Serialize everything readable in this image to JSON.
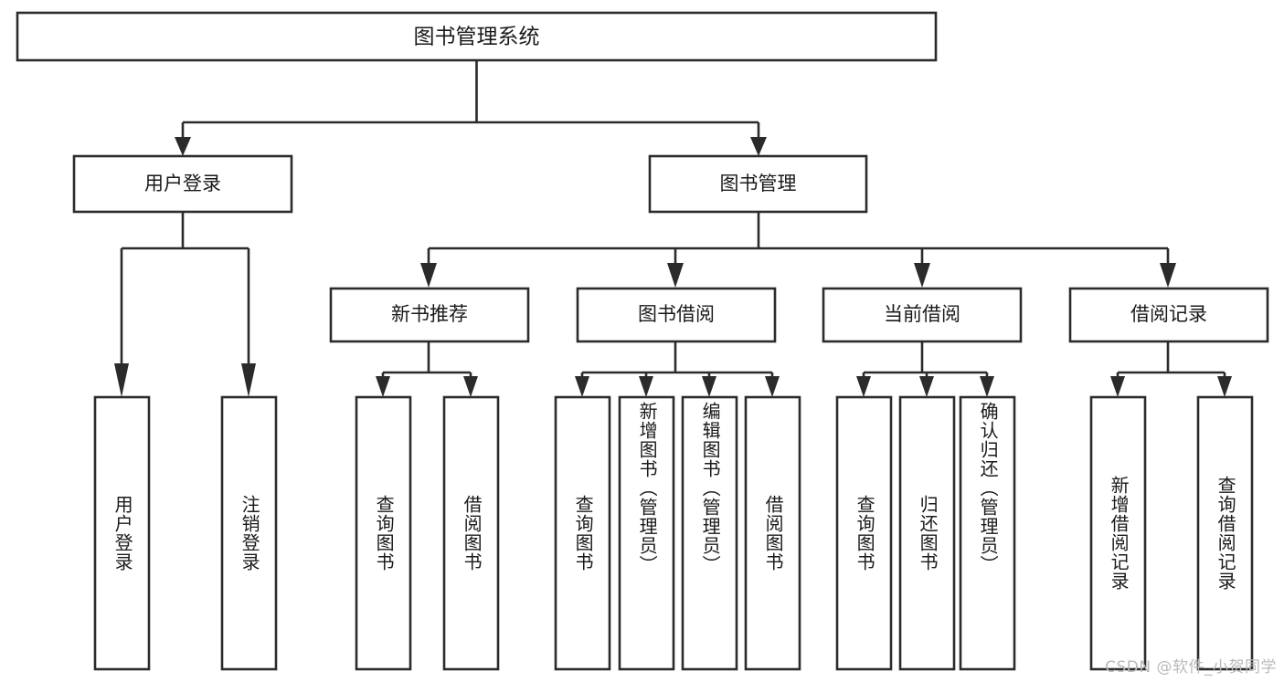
{
  "diagram": {
    "type": "tree-hierarchy",
    "title": "图书管理系统",
    "orientation": "top-down",
    "colors": {
      "stroke": "#2b2b2b",
      "fill": "#ffffff",
      "text": "#1a1a1a",
      "watermark": "#b9b9b9",
      "background": "#ffffff"
    },
    "root": {
      "id": "root",
      "label": "图书管理系统",
      "level": 1
    },
    "level2": [
      {
        "id": "user-login",
        "label": "用户登录",
        "level": 2
      },
      {
        "id": "book-manage",
        "label": "图书管理",
        "level": 2
      }
    ],
    "level3": [
      {
        "id": "new-book-recommend",
        "label": "新书推荐",
        "level": 3,
        "parent": "book-manage"
      },
      {
        "id": "book-borrow",
        "label": "图书借阅",
        "level": 3,
        "parent": "book-manage"
      },
      {
        "id": "current-borrow",
        "label": "当前借阅",
        "level": 3,
        "parent": "book-manage"
      },
      {
        "id": "borrow-record",
        "label": "借阅记录",
        "level": 3,
        "parent": "book-manage"
      }
    ],
    "leaves": [
      {
        "id": "leaf-user-login",
        "label": "用户登录",
        "parent": "user-login",
        "align": "center"
      },
      {
        "id": "leaf-logout-login",
        "label": "注销登录",
        "parent": "user-login",
        "align": "center"
      },
      {
        "id": "leaf-query-book-1",
        "label": "查询图书",
        "parent": "new-book-recommend",
        "align": "center"
      },
      {
        "id": "leaf-borrow-book-1",
        "label": "借阅图书",
        "parent": "new-book-recommend",
        "align": "center"
      },
      {
        "id": "leaf-query-book-2",
        "label": "查询图书",
        "parent": "book-borrow",
        "align": "center"
      },
      {
        "id": "leaf-add-book-admin",
        "label": "新增图书（管理员）",
        "parent": "book-borrow",
        "align": "top"
      },
      {
        "id": "leaf-edit-book-admin",
        "label": "编辑图书（管理员）",
        "parent": "book-borrow",
        "align": "top"
      },
      {
        "id": "leaf-borrow-book-2",
        "label": "借阅图书",
        "parent": "book-borrow",
        "align": "center"
      },
      {
        "id": "leaf-query-book-3",
        "label": "查询图书",
        "parent": "current-borrow",
        "align": "center"
      },
      {
        "id": "leaf-return-book",
        "label": "归还图书",
        "parent": "current-borrow",
        "align": "center"
      },
      {
        "id": "leaf-confirm-return-admin",
        "label": "确认归还（管理员）",
        "parent": "current-borrow",
        "align": "top"
      },
      {
        "id": "leaf-add-borrow-record",
        "label": "新增借阅记录",
        "parent": "borrow-record",
        "align": "center"
      },
      {
        "id": "leaf-query-borrow-record",
        "label": "查询借阅记录",
        "parent": "borrow-record",
        "align": "center"
      }
    ]
  },
  "watermark": {
    "text": "CSDN @软件_小贺同学"
  }
}
